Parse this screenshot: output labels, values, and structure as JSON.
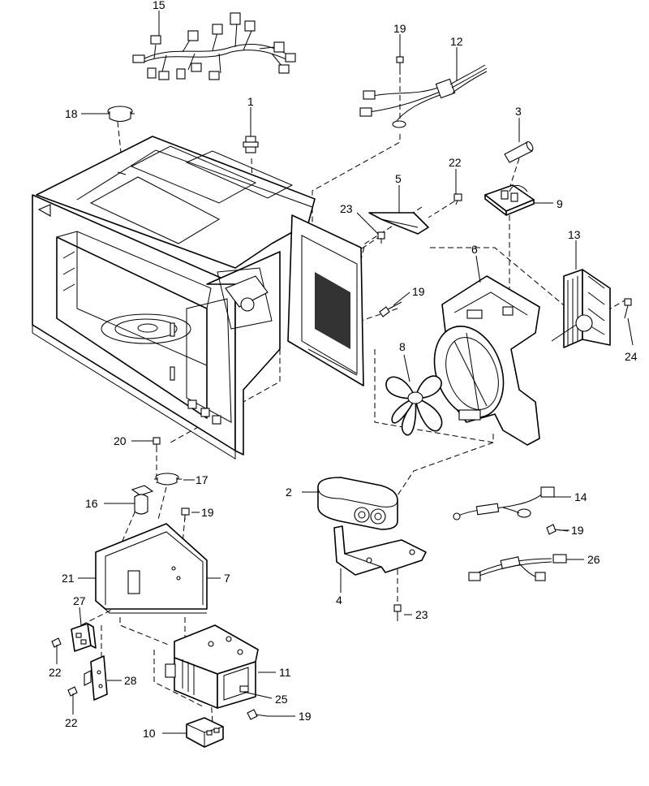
{
  "callouts": [
    {
      "id": "c1",
      "text": "1"
    },
    {
      "id": "c2",
      "text": "2"
    },
    {
      "id": "c3",
      "text": "3"
    },
    {
      "id": "c4",
      "text": "4"
    },
    {
      "id": "c5",
      "text": "5"
    },
    {
      "id": "c6",
      "text": "6"
    },
    {
      "id": "c7",
      "text": "7"
    },
    {
      "id": "c8",
      "text": "8"
    },
    {
      "id": "c9",
      "text": "9"
    },
    {
      "id": "c10",
      "text": "10"
    },
    {
      "id": "c11",
      "text": "11"
    },
    {
      "id": "c12",
      "text": "12"
    },
    {
      "id": "c13",
      "text": "13"
    },
    {
      "id": "c14",
      "text": "14"
    },
    {
      "id": "c15",
      "text": "15"
    },
    {
      "id": "c16",
      "text": "16"
    },
    {
      "id": "c17",
      "text": "17"
    },
    {
      "id": "c18",
      "text": "18"
    },
    {
      "id": "c19a",
      "text": "19"
    },
    {
      "id": "c19b",
      "text": "19"
    },
    {
      "id": "c19c",
      "text": "19"
    },
    {
      "id": "c19d",
      "text": "19"
    },
    {
      "id": "c19e",
      "text": "19"
    },
    {
      "id": "c20",
      "text": "20"
    },
    {
      "id": "c21",
      "text": "21"
    },
    {
      "id": "c22a",
      "text": "22"
    },
    {
      "id": "c22b",
      "text": "22"
    },
    {
      "id": "c22c",
      "text": "22"
    },
    {
      "id": "c23a",
      "text": "23"
    },
    {
      "id": "c23b",
      "text": "23"
    },
    {
      "id": "c24",
      "text": "24"
    },
    {
      "id": "c25",
      "text": "25"
    },
    {
      "id": "c26",
      "text": "26"
    },
    {
      "id": "c27",
      "text": "27"
    },
    {
      "id": "c28",
      "text": "28"
    }
  ]
}
